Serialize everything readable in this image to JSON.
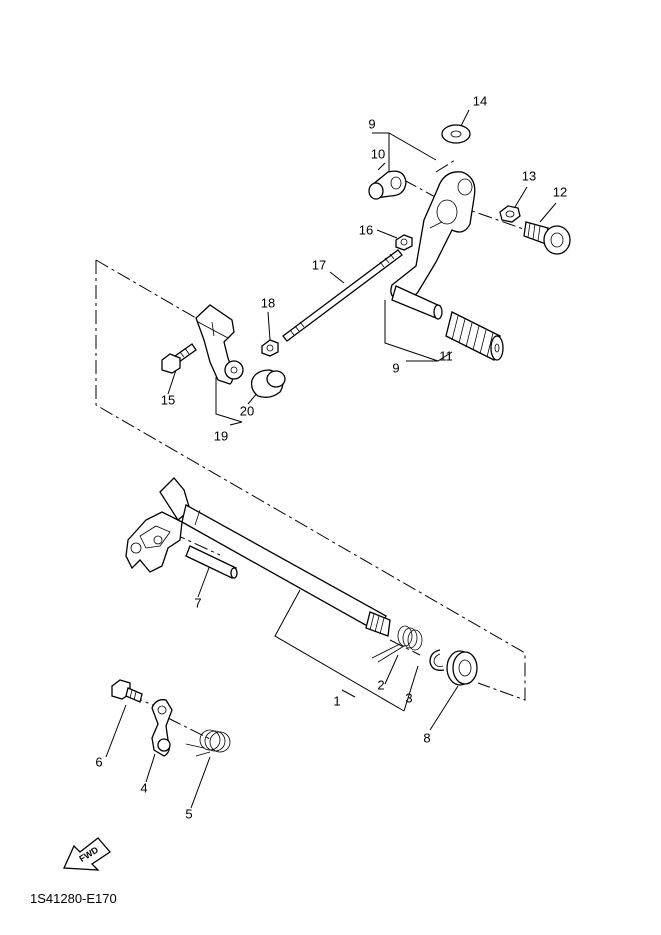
{
  "diagram_code": "1S41280-E170",
  "fwd_label": "FWD",
  "callouts": {
    "c1": "1",
    "c2": "2",
    "c3": "3",
    "c4": "4",
    "c5": "5",
    "c6": "6",
    "c7": "7",
    "c8": "8",
    "c9a": "9",
    "c9b": "9",
    "c10": "10",
    "c11": "11",
    "c12": "12",
    "c13": "13",
    "c14": "14",
    "c15": "15",
    "c16": "16",
    "c17": "17",
    "c18": "18",
    "c19": "19",
    "c20": "20"
  }
}
